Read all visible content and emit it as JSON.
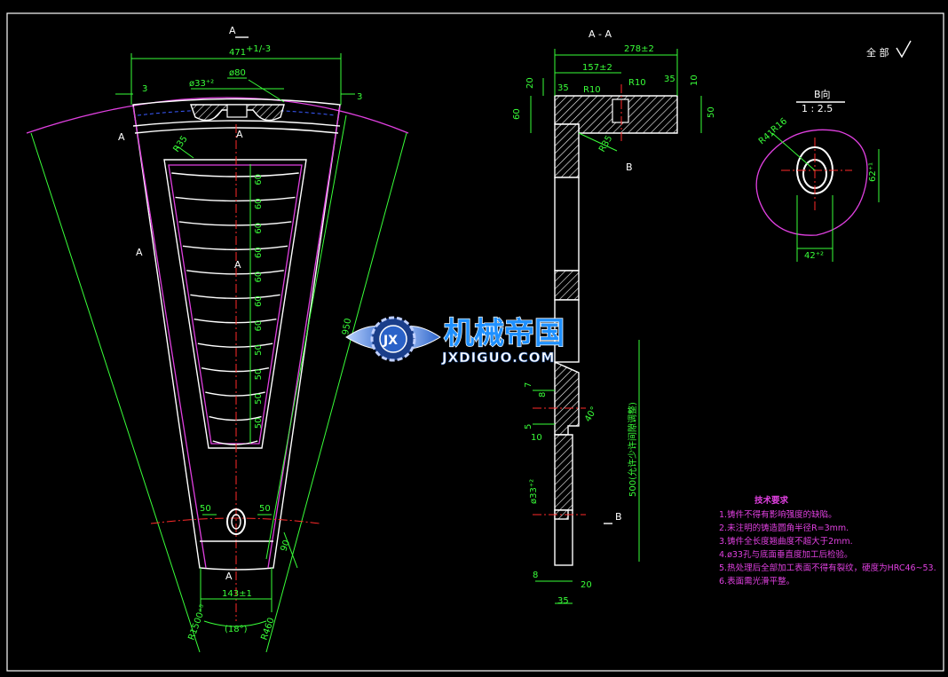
{
  "left_view": {
    "section_mark_top": "A",
    "section_mark_bottom": "A",
    "section_mark_left_top": "A",
    "section_mark_left_mid": "A",
    "section_mark_inner_top": "A",
    "center_label": "A",
    "dims": {
      "top_width": "471",
      "top_tol": "+1/-3",
      "phi33": "ø33⁺²",
      "phi80": "ø80",
      "side_left": "3",
      "side_right": "3",
      "r35": "R35",
      "rib_spacing": [
        "60",
        "60",
        "60",
        "60",
        "60",
        "60",
        "60",
        "50",
        "50",
        "50",
        "50"
      ],
      "height": "950",
      "bottom_left_50": "50",
      "bottom_right_50": "50",
      "bottom_90": "90",
      "bottom_width": "143±1",
      "angle": "(18°)",
      "r_outer": "R1500⁺⁵",
      "r_inner": "R460"
    }
  },
  "section_view": {
    "title": "A - A",
    "dims": {
      "d278": "278±2",
      "d157": "157±2",
      "d35_a": "35",
      "r10_a": "R10",
      "r10_b": "R10",
      "d35_b": "35",
      "d10_a": "10",
      "d20_a": "20",
      "d60": "60",
      "d50": "50",
      "r35": "R35",
      "d500": "500(允许少许间隙调整)",
      "d7": "7",
      "d8": "8",
      "d40": "40°",
      "d5": "5",
      "d10_b": "10",
      "phi33": "ø33⁺²",
      "d8_b": "8",
      "d20_b": "20",
      "d35_c": "35"
    },
    "mark_b_top": "B",
    "mark_b_bottom": "B"
  },
  "detail_view": {
    "title": "B向",
    "scale": "1 : 2.5",
    "r16": "R16",
    "r41": "R41",
    "d62": "62⁺¹",
    "d42": "42⁺²"
  },
  "roughness_note": "全 部",
  "notes": {
    "heading": "技术要求",
    "items": [
      "1.铸件不得有影响强度的缺陷。",
      "2.未注明的铸造圆角半径R=3mm.",
      "3.铸件全长度翘曲度不超大于2mm.",
      "4.ø33孔与底面垂直度加工后检验。",
      "5.热处理后全部加工表面不得有裂纹，硬度为HRC46~53.",
      "6.表面需光滑平整。"
    ]
  },
  "watermark": {
    "cn": "机械帝国",
    "en": "JXDIGUO.COM",
    "emblem": "JX"
  }
}
